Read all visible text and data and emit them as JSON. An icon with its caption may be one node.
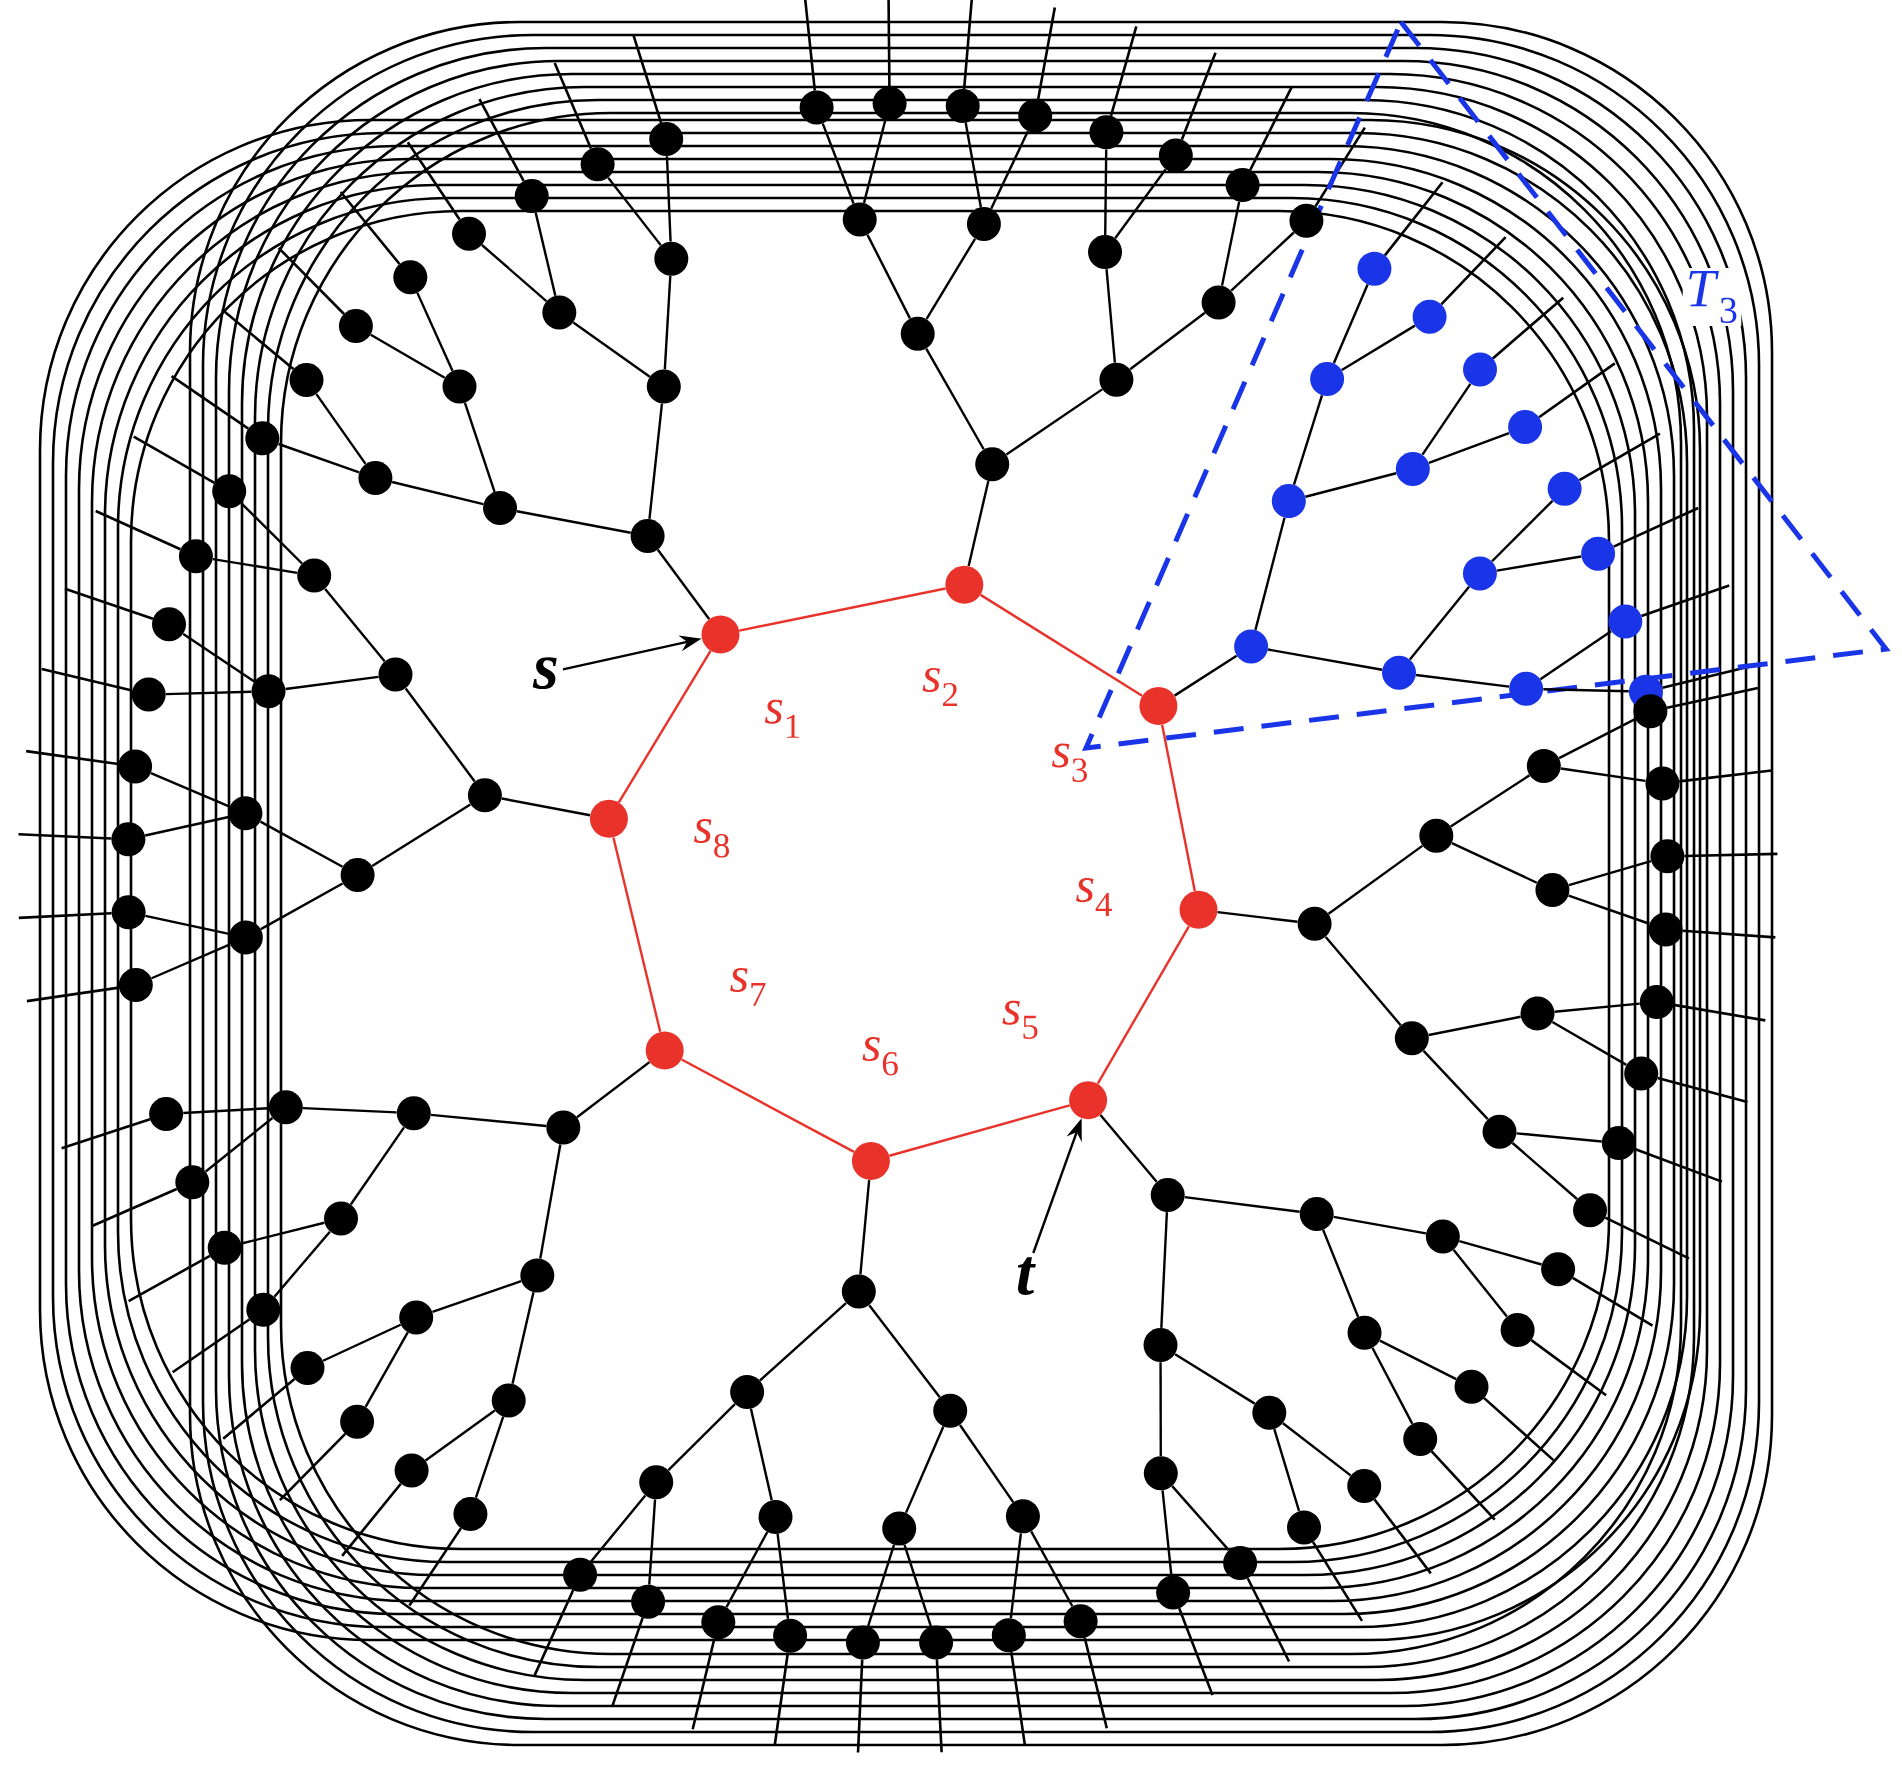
{
  "diagram": {
    "nodes": [
      {
        "text": [],
        "shape": "circle",
        "beside": [
          "*s*$_{1}$"
        ]
      },
      {
        "text": [],
        "shape": "circle",
        "beside": [
          "*s*$_{2}$"
        ]
      },
      {
        "text": [],
        "shape": "circle",
        "beside": [
          "*s*$_{3}$"
        ]
      },
      {
        "text": [],
        "shape": "circle",
        "beside": [
          "*s*$_{4}$"
        ]
      },
      {
        "text": [],
        "shape": "circle",
        "beside": [
          "*s*$_{5}$"
        ]
      },
      {
        "text": [],
        "shape": "circle",
        "beside": [
          "*s*$_{6}$"
        ]
      },
      {
        "text": [],
        "shape": "circle",
        "beside": [
          "*s*$_{7}$"
        ]
      },
      {
        "text": [],
        "shape": "circle",
        "beside": [
          "*s*$_{8}$"
        ]
      },
      {
        "text": [],
        "shape": "circle"
      },
      {
        "text": [],
        "shape": "circle"
      },
      {
        "text": [],
        "shape": "circle"
      },
      {
        "text": [],
        "shape": "circle"
      },
      {
        "text": [],
        "shape": "circle"
      },
      {
        "text": [],
        "shape": "circle"
      },
      {
        "text": [],
        "shape": "circle"
      },
      {
        "text": [],
        "shape": "circle"
      },
      {
        "text": [],
        "shape": "circle"
      },
      {
        "text": [],
        "shape": "circle"
      },
      {
        "text": [],
        "shape": "circle"
      },
      {
        "text": [],
        "shape": "circle"
      },
      {
        "text": [],
        "shape": "circle"
      },
      {
        "text": [],
        "shape": "circle"
      },
      {
        "text": [],
        "shape": "circle"
      },
      {
        "text": [],
        "shape": "circle"
      },
      {
        "text": [],
        "shape": "circle"
      },
      {
        "text": [],
        "shape": "circle"
      },
      {
        "text": [],
        "shape": "circle"
      },
      {
        "text": [],
        "shape": "circle"
      },
      {
        "text": [],
        "shape": "circle"
      },
      {
        "text": [],
        "shape": "circle"
      },
      {
        "text": [],
        "shape": "circle"
      },
      {
        "text": [],
        "shape": "circle"
      },
      {
        "text": [],
        "shape": "circle"
      },
      {
        "text": [],
        "shape": "circle"
      },
      {
        "text": [],
        "shape": "circle"
      },
      {
        "text": [],
        "shape": "circle"
      },
      {
        "text": [],
        "shape": "circle"
      },
      {
        "text": [],
        "shape": "circle"
      },
      {
        "text": [],
        "shape": "circle"
      },
      {
        "text": [],
        "shape": "circle"
      },
      {
        "text": [],
        "shape": "circle"
      },
      {
        "text": [],
        "shape": "circle"
      },
      {
        "text": [],
        "shape": "circle"
      },
      {
        "text": [],
        "shape": "circle"
      },
      {
        "text": [],
        "shape": "circle"
      },
      {
        "text": [],
        "shape": "circle"
      },
      {
        "text": [],
        "shape": "circle"
      },
      {
        "text": [],
        "shape": "circle"
      },
      {
        "text": [],
        "shape": "circle"
      },
      {
        "text": [],
        "shape": "circle"
      },
      {
        "text": [],
        "shape": "circle"
      },
      {
        "text": [],
        "shape": "circle"
      },
      {
        "text": [],
        "shape": "circle"
      },
      {
        "text": [],
        "shape": "circle"
      },
      {
        "text": [],
        "shape": "circle"
      },
      {
        "text": [],
        "shape": "circle"
      },
      {
        "text": [],
        "shape": "circle"
      },
      {
        "text": [],
        "shape": "circle"
      },
      {
        "text": [],
        "shape": "circle"
      },
      {
        "text": [],
        "shape": "circle"
      },
      {
        "text": [],
        "shape": "circle"
      },
      {
        "text": [],
        "shape": "circle"
      },
      {
        "text": [],
        "shape": "circle"
      },
      {
        "text": [],
        "shape": "circle"
      },
      {
        "text": [],
        "shape": "circle"
      },
      {
        "text": [],
        "shape": "circle"
      },
      {
        "text": [],
        "shape": "circle"
      },
      {
        "text": [],
        "shape": "circle"
      },
      {
        "text": [],
        "shape": "circle"
      },
      {
        "text": [],
        "shape": "circle"
      },
      {
        "text": [],
        "shape": "circle"
      },
      {
        "text": [],
        "shape": "circle"
      },
      {
        "text": [],
        "shape": "circle"
      },
      {
        "text": [],
        "shape": "circle"
      },
      {
        "text": [],
        "shape": "circle"
      },
      {
        "text": [],
        "shape": "circle"
      },
      {
        "text": [],
        "shape": "circle"
      },
      {
        "text": [],
        "shape": "circle"
      },
      {
        "text": [],
        "shape": "circle"
      },
      {
        "text": [],
        "shape": "circle"
      },
      {
        "text": [],
        "shape": "circle"
      },
      {
        "text": [],
        "shape": "circle"
      },
      {
        "text": [],
        "shape": "circle"
      },
      {
        "text": [],
        "shape": "circle"
      },
      {
        "text": [],
        "shape": "circle"
      },
      {
        "text": [],
        "shape": "circle"
      },
      {
        "text": [],
        "shape": "circle"
      },
      {
        "text": [],
        "shape": "circle"
      },
      {
        "text": [],
        "shape": "circle"
      },
      {
        "text": [],
        "shape": "circle"
      },
      {
        "text": [],
        "shape": "circle"
      },
      {
        "text": [],
        "shape": "circle"
      },
      {
        "text": [],
        "shape": "circle"
      },
      {
        "text": [],
        "shape": "circle"
      },
      {
        "text": [],
        "shape": "circle"
      },
      {
        "text": [],
        "shape": "circle"
      },
      {
        "text": [],
        "shape": "circle"
      },
      {
        "text": [],
        "shape": "circle"
      },
      {
        "text": [],
        "shape": "circle"
      },
      {
        "text": [],
        "shape": "circle"
      },
      {
        "text": [],
        "shape": "circle"
      },
      {
        "text": [],
        "shape": "circle"
      },
      {
        "text": [],
        "shape": "circle"
      },
      {
        "text": [],
        "shape": "circle"
      },
      {
        "text": [],
        "shape": "circle"
      },
      {
        "text": [],
        "shape": "circle"
      },
      {
        "text": [],
        "shape": "circle"
      },
      {
        "text": [],
        "shape": "circle"
      },
      {
        "text": [],
        "shape": "circle"
      },
      {
        "text": [],
        "shape": "circle"
      },
      {
        "text": [],
        "shape": "circle"
      },
      {
        "text": [],
        "shape": "circle"
      },
      {
        "text": [],
        "shape": "circle"
      },
      {
        "text": [],
        "shape": "circle"
      },
      {
        "text": [],
        "shape": "circle"
      },
      {
        "text": [],
        "shape": "circle"
      },
      {
        "text": [],
        "shape": "circle"
      },
      {
        "text": [],
        "shape": "circle"
      },
      {
        "text": [],
        "shape": "circle"
      },
      {
        "text": [],
        "shape": "circle"
      },
      {
        "text": [],
        "shape": "circle"
      },
      {
        "text": [],
        "shape": "circle"
      },
      {
        "text": [],
        "shape": "circle"
      },
      {
        "text": [],
        "shape": "circle"
      },
      {
        "text": [],
        "shape": "circle"
      },
      {
        "text": [],
        "shape": "circle"
      },
      {
        "text": [],
        "shape": "circle"
      },
      {
        "text": [],
        "shape": "circle"
      },
      {
        "text": [
          "s"
        ]
      },
      {
        "text": [
          "t"
        ]
      }
    ],
    "edges": [
      {
        "from": 0,
        "to": 1,
        "arrow": "none",
        "color": "#e8322a"
      },
      {
        "from": 1,
        "to": 2,
        "arrow": "none",
        "color": "#e8322a"
      },
      {
        "from": 2,
        "to": 3,
        "arrow": "none",
        "color": "#e8322a"
      },
      {
        "from": 3,
        "to": 4,
        "arrow": "none",
        "color": "#e8322a"
      },
      {
        "from": 4,
        "to": 5,
        "arrow": "none",
        "color": "#e8322a"
      },
      {
        "from": 5,
        "to": 6,
        "arrow": "none",
        "color": "#e8322a"
      },
      {
        "from": 6,
        "to": 7,
        "arrow": "none",
        "color": "#e8322a"
      },
      {
        "from": 7,
        "to": 0,
        "arrow": "none",
        "color": "#e8322a"
      },
      {
        "from": 0,
        "to": 8,
        "arrow": "none"
      },
      {
        "from": 8,
        "to": 9,
        "arrow": "none"
      },
      {
        "from": 8,
        "to": 10,
        "arrow": "none"
      },
      {
        "from": 9,
        "to": 11,
        "arrow": "none"
      },
      {
        "from": 9,
        "to": 12,
        "arrow": "none"
      },
      {
        "from": 10,
        "to": 13,
        "arrow": "none"
      },
      {
        "from": 10,
        "to": 14,
        "arrow": "none"
      },
      {
        "from": 11,
        "to": 15,
        "arrow": "none"
      },
      {
        "from": 11,
        "to": 16,
        "arrow": "none"
      },
      {
        "from": 12,
        "to": 17,
        "arrow": "none"
      },
      {
        "from": 12,
        "to": 18,
        "arrow": "none"
      },
      {
        "from": 13,
        "to": 19,
        "arrow": "none"
      },
      {
        "from": 13,
        "to": 20,
        "arrow": "none"
      },
      {
        "from": 14,
        "to": 21,
        "arrow": "none"
      },
      {
        "from": 14,
        "to": 22,
        "arrow": "none"
      },
      {
        "from": 1,
        "to": 23,
        "arrow": "none"
      },
      {
        "from": 23,
        "to": 24,
        "arrow": "none"
      },
      {
        "from": 23,
        "to": 25,
        "arrow": "none"
      },
      {
        "from": 24,
        "to": 26,
        "arrow": "none"
      },
      {
        "from": 24,
        "to": 27,
        "arrow": "none"
      },
      {
        "from": 25,
        "to": 28,
        "arrow": "none"
      },
      {
        "from": 25,
        "to": 29,
        "arrow": "none"
      },
      {
        "from": 26,
        "to": 30,
        "arrow": "none"
      },
      {
        "from": 26,
        "to": 31,
        "arrow": "none"
      },
      {
        "from": 27,
        "to": 32,
        "arrow": "none"
      },
      {
        "from": 27,
        "to": 33,
        "arrow": "none"
      },
      {
        "from": 28,
        "to": 34,
        "arrow": "none"
      },
      {
        "from": 28,
        "to": 35,
        "arrow": "none"
      },
      {
        "from": 29,
        "to": 36,
        "arrow": "none"
      },
      {
        "from": 29,
        "to": 37,
        "arrow": "none"
      },
      {
        "from": 2,
        "to": 38,
        "arrow": "none"
      },
      {
        "from": 38,
        "to": 39,
        "arrow": "none"
      },
      {
        "from": 38,
        "to": 40,
        "arrow": "none"
      },
      {
        "from": 39,
        "to": 41,
        "arrow": "none"
      },
      {
        "from": 39,
        "to": 42,
        "arrow": "none"
      },
      {
        "from": 40,
        "to": 43,
        "arrow": "none"
      },
      {
        "from": 40,
        "to": 44,
        "arrow": "none"
      },
      {
        "from": 41,
        "to": 45,
        "arrow": "none"
      },
      {
        "from": 41,
        "to": 46,
        "arrow": "none"
      },
      {
        "from": 42,
        "to": 47,
        "arrow": "none"
      },
      {
        "from": 42,
        "to": 48,
        "arrow": "none"
      },
      {
        "from": 43,
        "to": 49,
        "arrow": "none"
      },
      {
        "from": 43,
        "to": 50,
        "arrow": "none"
      },
      {
        "from": 44,
        "to": 51,
        "arrow": "none"
      },
      {
        "from": 44,
        "to": 52,
        "arrow": "none"
      },
      {
        "from": 3,
        "to": 53,
        "arrow": "none"
      },
      {
        "from": 53,
        "to": 54,
        "arrow": "none"
      },
      {
        "from": 53,
        "to": 55,
        "arrow": "none"
      },
      {
        "from": 54,
        "to": 56,
        "arrow": "none"
      },
      {
        "from": 54,
        "to": 57,
        "arrow": "none"
      },
      {
        "from": 55,
        "to": 58,
        "arrow": "none"
      },
      {
        "from": 55,
        "to": 59,
        "arrow": "none"
      },
      {
        "from": 56,
        "to": 60,
        "arrow": "none"
      },
      {
        "from": 56,
        "to": 61,
        "arrow": "none"
      },
      {
        "from": 57,
        "to": 62,
        "arrow": "none"
      },
      {
        "from": 57,
        "to": 63,
        "arrow": "none"
      },
      {
        "from": 58,
        "to": 64,
        "arrow": "none"
      },
      {
        "from": 58,
        "to": 65,
        "arrow": "none"
      },
      {
        "from": 59,
        "to": 66,
        "arrow": "none"
      },
      {
        "from": 59,
        "to": 67,
        "arrow": "none"
      },
      {
        "from": 4,
        "to": 68,
        "arrow": "none"
      },
      {
        "from": 68,
        "to": 69,
        "arrow": "none"
      },
      {
        "from": 68,
        "to": 70,
        "arrow": "none"
      },
      {
        "from": 69,
        "to": 71,
        "arrow": "none"
      },
      {
        "from": 69,
        "to": 72,
        "arrow": "none"
      },
      {
        "from": 70,
        "to": 73,
        "arrow": "none"
      },
      {
        "from": 70,
        "to": 74,
        "arrow": "none"
      },
      {
        "from": 71,
        "to": 75,
        "arrow": "none"
      },
      {
        "from": 71,
        "to": 76,
        "arrow": "none"
      },
      {
        "from": 72,
        "to": 77,
        "arrow": "none"
      },
      {
        "from": 72,
        "to": 78,
        "arrow": "none"
      },
      {
        "from": 73,
        "to": 79,
        "arrow": "none"
      },
      {
        "from": 73,
        "to": 80,
        "arrow": "none"
      },
      {
        "from": 74,
        "to": 81,
        "arrow": "none"
      },
      {
        "from": 74,
        "to": 82,
        "arrow": "none"
      },
      {
        "from": 5,
        "to": 83,
        "arrow": "none"
      },
      {
        "from": 83,
        "to": 84,
        "arrow": "none"
      },
      {
        "from": 83,
        "to": 85,
        "arrow": "none"
      },
      {
        "from": 84,
        "to": 86,
        "arrow": "none"
      },
      {
        "from": 84,
        "to": 87,
        "arrow": "none"
      },
      {
        "from": 85,
        "to": 88,
        "arrow": "none"
      },
      {
        "from": 85,
        "to": 89,
        "arrow": "none"
      },
      {
        "from": 86,
        "to": 90,
        "arrow": "none"
      },
      {
        "from": 86,
        "to": 91,
        "arrow": "none"
      },
      {
        "from": 87,
        "to": 92,
        "arrow": "none"
      },
      {
        "from": 87,
        "to": 93,
        "arrow": "none"
      },
      {
        "from": 88,
        "to": 94,
        "arrow": "none"
      },
      {
        "from": 88,
        "to": 95,
        "arrow": "none"
      },
      {
        "from": 89,
        "to": 96,
        "arrow": "none"
      },
      {
        "from": 89,
        "to": 97,
        "arrow": "none"
      },
      {
        "from": 6,
        "to": 98,
        "arrow": "none"
      },
      {
        "from": 98,
        "to": 99,
        "arrow": "none"
      },
      {
        "from": 98,
        "to": 100,
        "arrow": "none"
      },
      {
        "from": 99,
        "to": 101,
        "arrow": "none"
      },
      {
        "from": 99,
        "to": 102,
        "arrow": "none"
      },
      {
        "from": 100,
        "to": 103,
        "arrow": "none"
      },
      {
        "from": 100,
        "to": 104,
        "arrow": "none"
      },
      {
        "from": 101,
        "to": 105,
        "arrow": "none"
      },
      {
        "from": 101,
        "to": 106,
        "arrow": "none"
      },
      {
        "from": 102,
        "to": 107,
        "arrow": "none"
      },
      {
        "from": 102,
        "to": 108,
        "arrow": "none"
      },
      {
        "from": 103,
        "to": 109,
        "arrow": "none"
      },
      {
        "from": 103,
        "to": 110,
        "arrow": "none"
      },
      {
        "from": 104,
        "to": 111,
        "arrow": "none"
      },
      {
        "from": 104,
        "to": 112,
        "arrow": "none"
      },
      {
        "from": 7,
        "to": 113,
        "arrow": "none"
      },
      {
        "from": 113,
        "to": 114,
        "arrow": "none"
      },
      {
        "from": 113,
        "to": 115,
        "arrow": "none"
      },
      {
        "from": 114,
        "to": 116,
        "arrow": "none"
      },
      {
        "from": 114,
        "to": 117,
        "arrow": "none"
      },
      {
        "from": 115,
        "to": 118,
        "arrow": "none"
      },
      {
        "from": 115,
        "to": 119,
        "arrow": "none"
      },
      {
        "from": 116,
        "to": 120,
        "arrow": "none"
      },
      {
        "from": 116,
        "to": 121,
        "arrow": "none"
      },
      {
        "from": 117,
        "to": 122,
        "arrow": "none"
      },
      {
        "from": 117,
        "to": 123,
        "arrow": "none"
      },
      {
        "from": 118,
        "to": 124,
        "arrow": "none"
      },
      {
        "from": 118,
        "to": 125,
        "arrow": "none"
      },
      {
        "from": 119,
        "to": 126,
        "arrow": "none"
      },
      {
        "from": 119,
        "to": 127,
        "arrow": "none"
      },
      {
        "from": 128,
        "to": 0,
        "arrow": "to"
      },
      {
        "from": 129,
        "to": 4,
        "arrow": "to"
      }
    ],
    "labels": [
      "*T*$_{3}$"
    ]
  }
}
